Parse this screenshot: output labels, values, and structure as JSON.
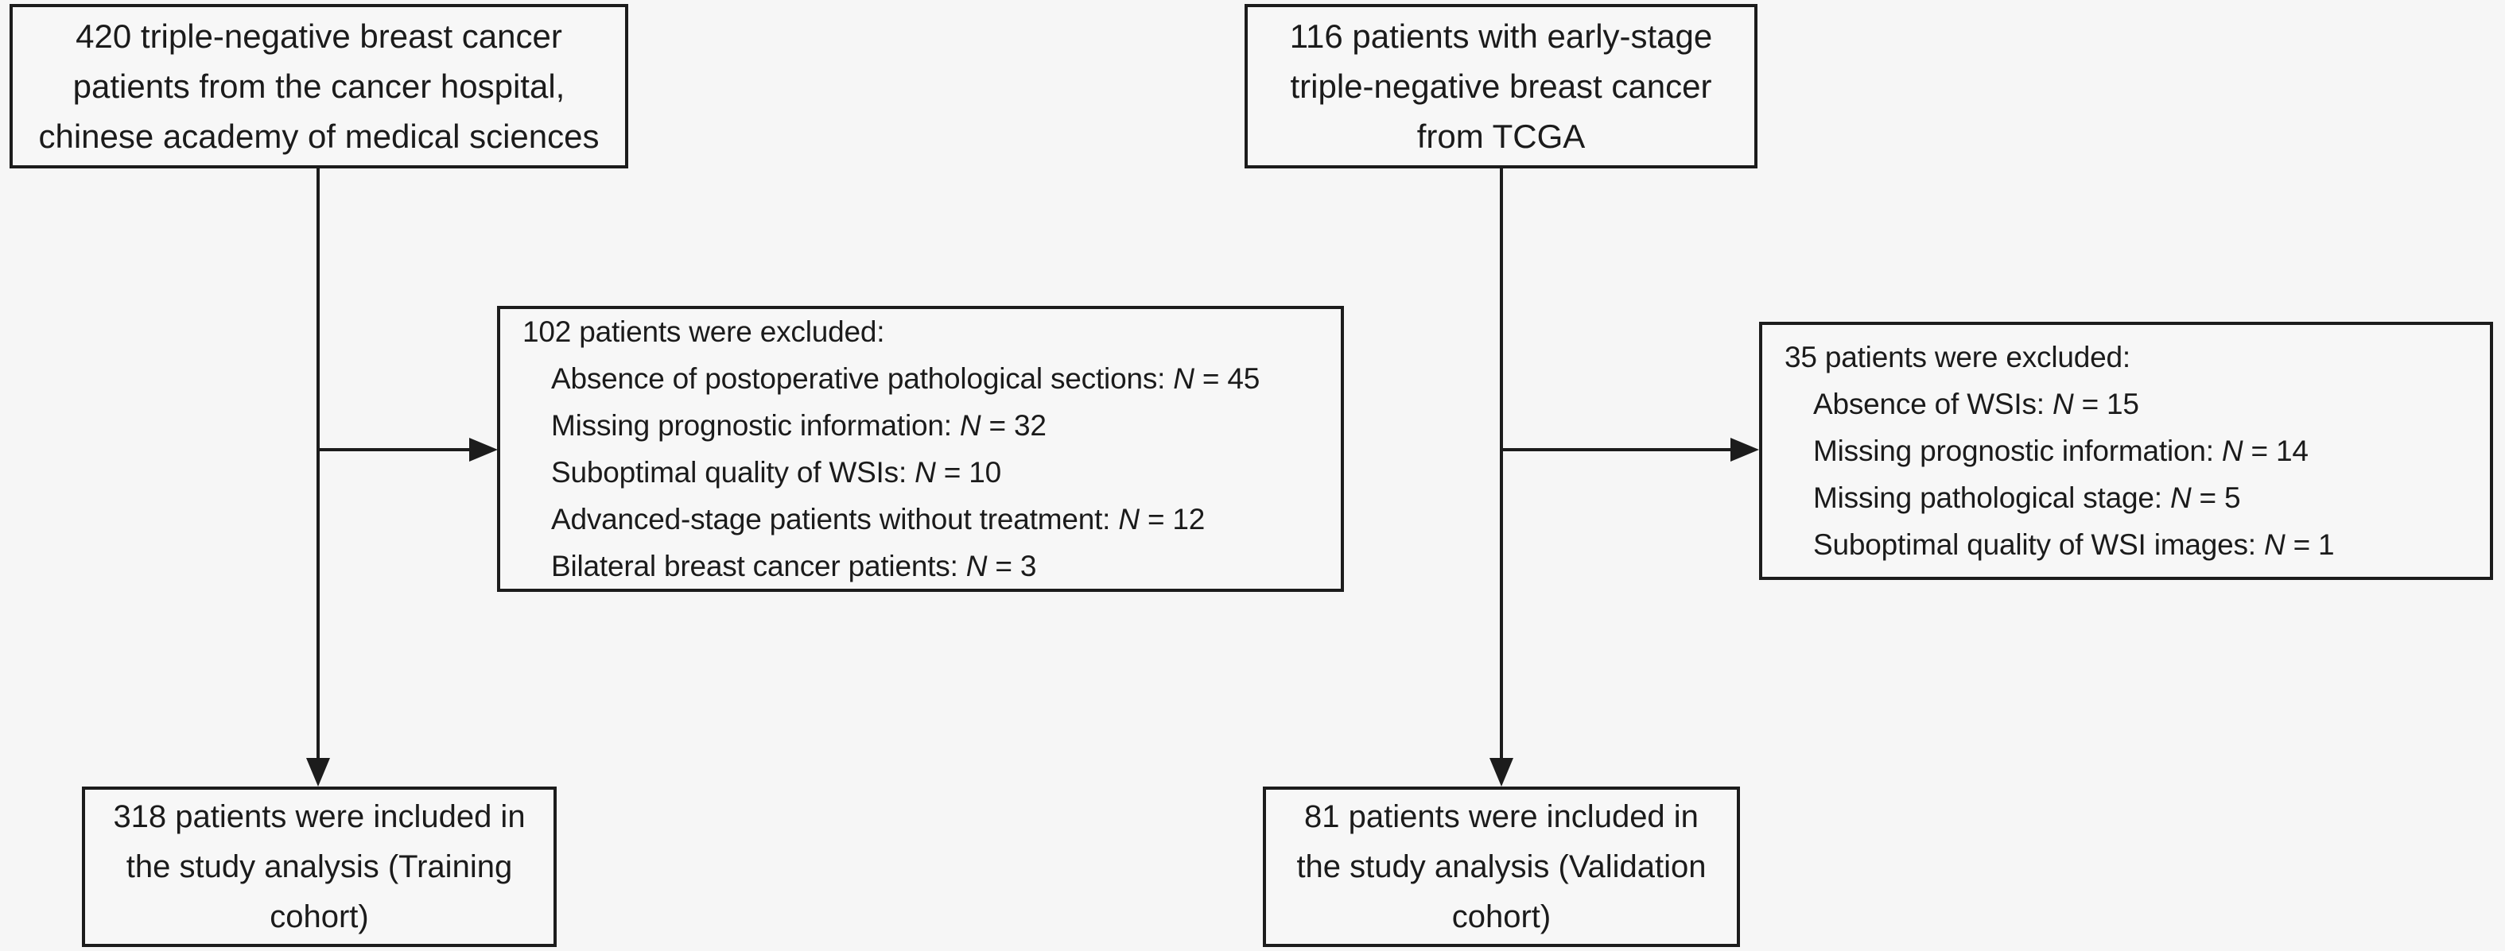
{
  "figure": {
    "background_color": "#f6f6f6",
    "box_fill_color": "#f7f7f7",
    "line_color": "#1c1c1c",
    "text_color": "#1b1b1b"
  },
  "boxes": {
    "training_source": {
      "lines": [
        "420 triple-negative breast cancer",
        "patients from the cancer hospital,",
        "chinese academy of medical sciences"
      ]
    },
    "validation_source": {
      "lines": [
        "116 patients with early-stage",
        "triple-negative breast cancer",
        "from TCGA"
      ]
    },
    "training_exclusions": {
      "title": "102 patients were excluded:",
      "items": [
        {
          "label": "Absence of postoperative pathological sections: ",
          "n": "N",
          "value": " = 45"
        },
        {
          "label": "Missing prognostic information: ",
          "n": "N",
          "value": " = 32"
        },
        {
          "label": "Suboptimal quality of WSIs: ",
          "n": "N",
          "value": " = 10"
        },
        {
          "label": "Advanced-stage patients without treatment: ",
          "n": "N",
          "value": " = 12"
        },
        {
          "label": "Bilateral breast cancer patients: ",
          "n": "N",
          "value": " = 3"
        }
      ]
    },
    "validation_exclusions": {
      "title": "35 patients were excluded:",
      "items": [
        {
          "label": "Absence of WSIs: ",
          "n": "N",
          "value": " = 15"
        },
        {
          "label": "Missing prognostic information: ",
          "n": "N",
          "value": " = 14"
        },
        {
          "label": "Missing pathological stage: ",
          "n": "N",
          "value": " = 5"
        },
        {
          "label": "Suboptimal quality of WSI images: ",
          "n": "N",
          "value": " = 1"
        }
      ]
    },
    "training_cohort": {
      "lines": [
        "318 patients were included in",
        "the study analysis (Training",
        "cohort)"
      ]
    },
    "validation_cohort": {
      "lines": [
        "81 patients were included in",
        "the study analysis (Validation",
        "cohort)"
      ]
    }
  }
}
